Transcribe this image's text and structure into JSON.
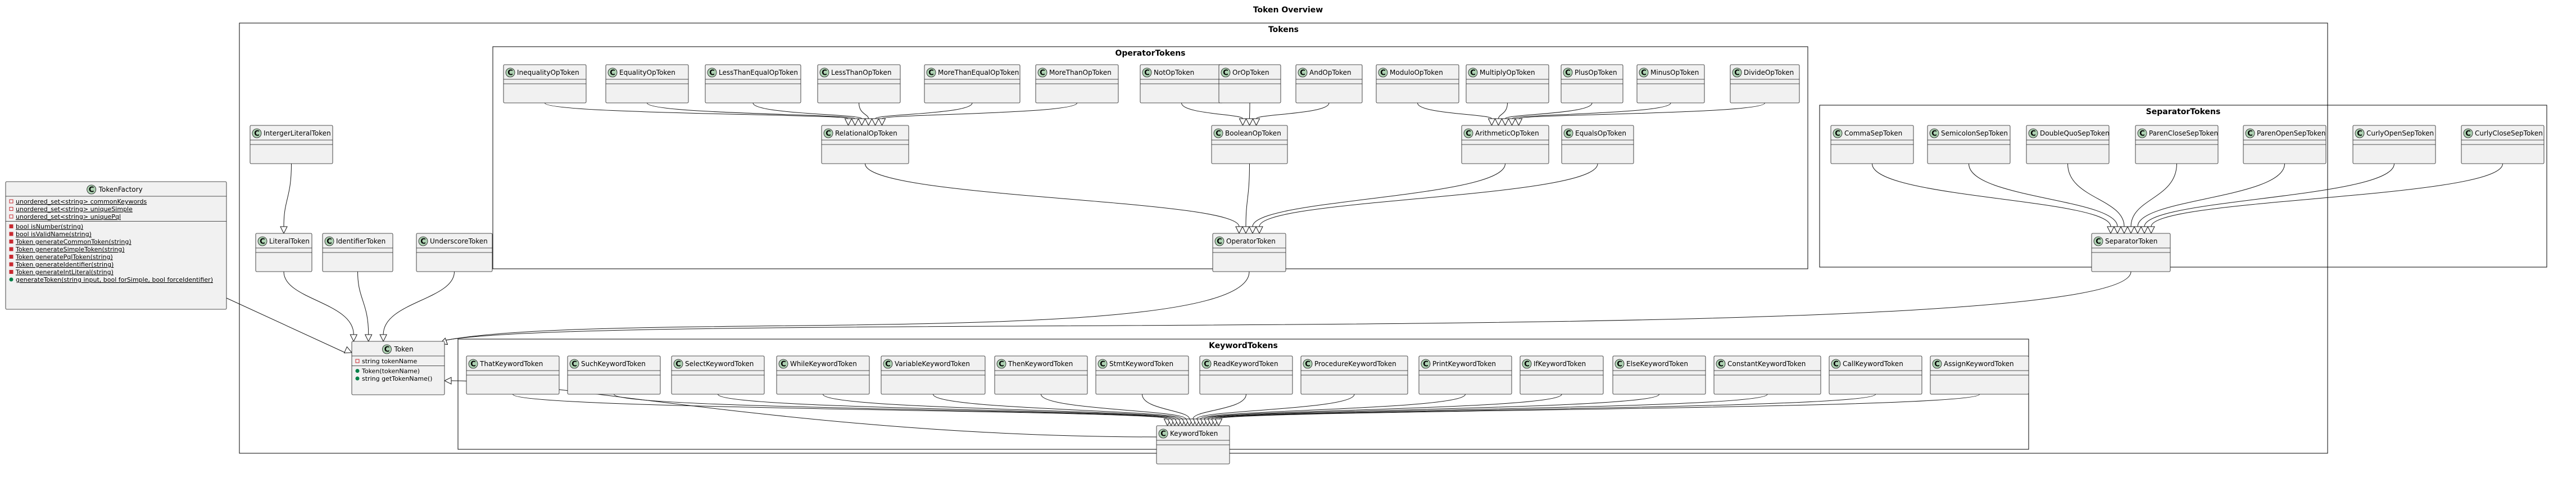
{
  "title": "Token Overview",
  "packages": {
    "tokens": "Tokens",
    "operator": "OperatorTokens",
    "separator": "SeparatorTokens",
    "keyword": "KeywordTokens"
  },
  "class_letter": "C",
  "classes": {
    "TokenFactory": "TokenFactory",
    "Token": "Token",
    "IntergerLiteralToken": "IntergerLiteralToken",
    "LiteralToken": "LiteralToken",
    "IdentifierToken": "IdentifierToken",
    "UnderscoreToken": "UnderscoreToken",
    "InequalityOpToken": "InequalityOpToken",
    "EqualityOpToken": "EqualityOpToken",
    "LessThanEqualOpToken": "LessThanEqualOpToken",
    "LessThanOpToken": "LessThanOpToken",
    "MoreThanEqualOpToken": "MoreThanEqualOpToken",
    "MoreThanOpToken": "MoreThanOpToken",
    "NotOpToken": "NotOpToken",
    "OrOpToken": "OrOpToken",
    "AndOpToken": "AndOpToken",
    "ModuloOpToken": "ModuloOpToken",
    "MultiplyOpToken": "MultiplyOpToken",
    "PlusOpToken": "PlusOpToken",
    "MinusOpToken": "MinusOpToken",
    "DivideOpToken": "DivideOpToken",
    "RelationalOpToken": "RelationalOpToken",
    "BooleanOpToken": "BooleanOpToken",
    "ArithmeticOpToken": "ArithmeticOpToken",
    "EqualsOpToken": "EqualsOpToken",
    "OperatorToken": "OperatorToken",
    "CommaSepToken": "CommaSepToken",
    "SemicolonSepToken": "SemicolonSepToken",
    "DoubleQuoSepToken": "DoubleQuoSepToken",
    "ParenCloseSepToken": "ParenCloseSepToken",
    "ParenOpenSepToken": "ParenOpenSepToken",
    "CurlyOpenSepToken": "CurlyOpenSepToken",
    "CurlyCloseSepToken": "CurlyCloseSepToken",
    "SeparatorToken": "SeparatorToken",
    "ThatKeywordToken": "ThatKeywordToken",
    "SuchKeywordToken": "SuchKeywordToken",
    "SelectKeywordToken": "SelectKeywordToken",
    "WhileKeywordToken": "WhileKeywordToken",
    "VariableKeywordToken": "VariableKeywordToken",
    "ThenKeywordToken": "ThenKeywordToken",
    "StmtKeywordToken": "StmtKeywordToken",
    "ReadKeywordToken": "ReadKeywordToken",
    "ProcedureKeywordToken": "ProcedureKeywordToken",
    "PrintKeywordToken": "PrintKeywordToken",
    "IfKeywordToken": "IfKeywordToken",
    "ElseKeywordToken": "ElseKeywordToken",
    "ConstantKeywordToken": "ConstantKeywordToken",
    "CallKeywordToken": "CallKeywordToken",
    "AssignKeywordToken": "AssignKeywordToken",
    "KeywordToken": "KeywordToken"
  },
  "members": {
    "TokenFactory": {
      "fields": [
        {
          "text": "unordered_set<string> commonKeywords",
          "vis": "private",
          "static": true
        },
        {
          "text": "unordered_set<string> uniqueSimple",
          "vis": "private",
          "static": true
        },
        {
          "text": "unordered_set<string> uniquePql",
          "vis": "private",
          "static": true
        }
      ],
      "methods": [
        {
          "text": "bool isNumber(string)",
          "vis": "private",
          "static": true
        },
        {
          "text": "bool isValidName(string)",
          "vis": "private",
          "static": true
        },
        {
          "text": "Token generateCommonToken(string)",
          "vis": "private",
          "static": true
        },
        {
          "text": "Token generateSimpleToken(string)",
          "vis": "private",
          "static": true
        },
        {
          "text": "Token generatePqlToken(string)",
          "vis": "private",
          "static": true
        },
        {
          "text": "Token generateIdentifier(string)",
          "vis": "private",
          "static": true
        },
        {
          "text": "Token generateIntLiteral(string)",
          "vis": "private",
          "static": true
        },
        {
          "text": "generateToken(string input, bool forSimple, bool forceIdentifier)",
          "vis": "public",
          "static": true
        }
      ]
    },
    "Token": {
      "fields": [
        {
          "text": "string tokenName",
          "vis": "private",
          "static": false
        }
      ],
      "methods": [
        {
          "text": "Token(tokenName)",
          "vis": "public",
          "static": false
        },
        {
          "text": "string getTokenName()",
          "vis": "public",
          "static": false
        }
      ]
    }
  }
}
